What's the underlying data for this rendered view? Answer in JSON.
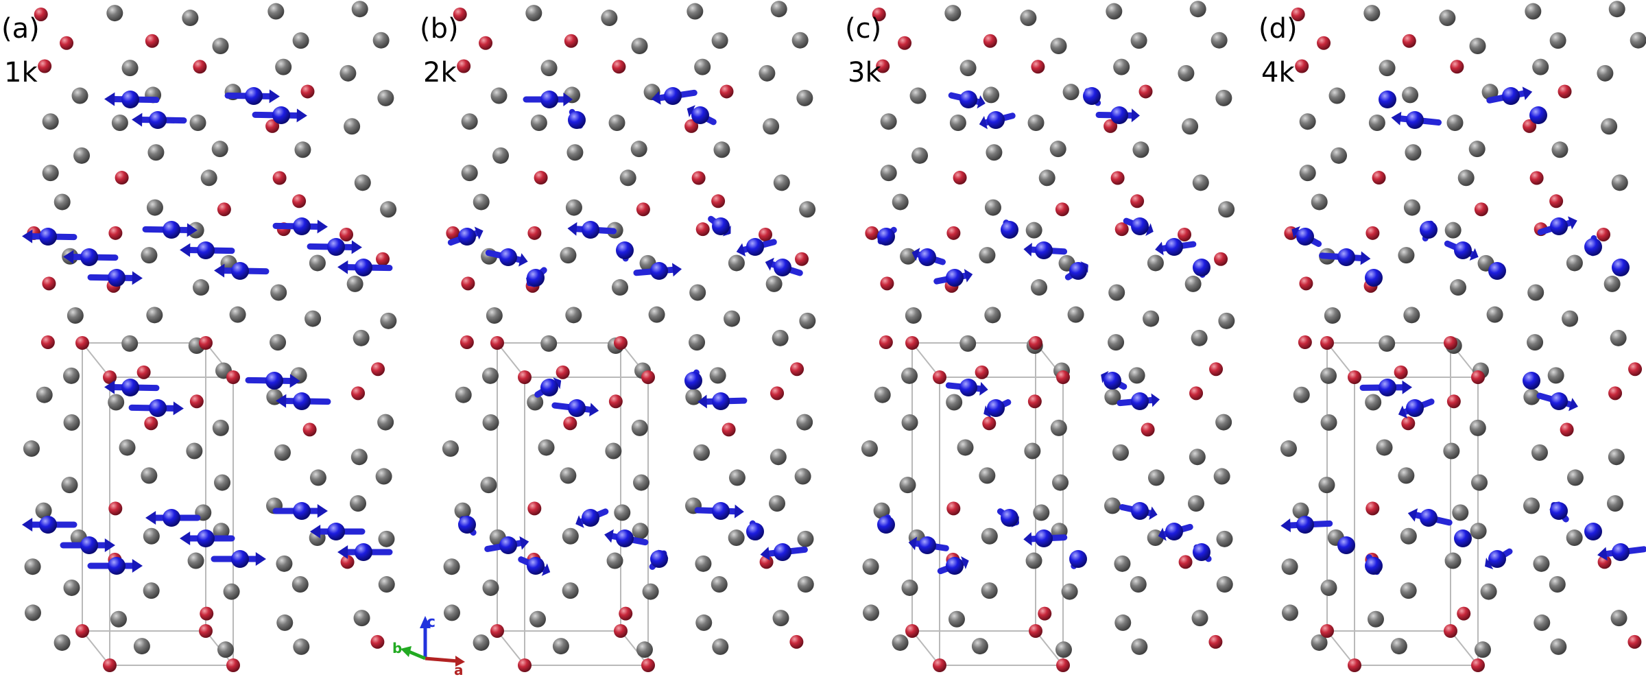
{
  "figure": {
    "panels": [
      {
        "id": "a",
        "label": "(a)",
        "sublabel": "1k"
      },
      {
        "id": "b",
        "label": "(b)",
        "sublabel": "2k"
      },
      {
        "id": "c",
        "label": "(c)",
        "sublabel": "3k"
      },
      {
        "id": "d",
        "label": "(d)",
        "sublabel": "4k"
      }
    ],
    "axes_triad": {
      "vertical": "c",
      "horizontal": "a",
      "depth": "b"
    },
    "colors": {
      "gray_atom": "#7b7b7b",
      "red_atom": "#c8283c",
      "magnetic_atom": "#1d1de0",
      "arrow": "#2626d6",
      "cell_edge": "#b9b9b9",
      "axis_c": "#2233dd",
      "axis_a": "#b22222",
      "axis_b": "#22aa22"
    }
  }
}
